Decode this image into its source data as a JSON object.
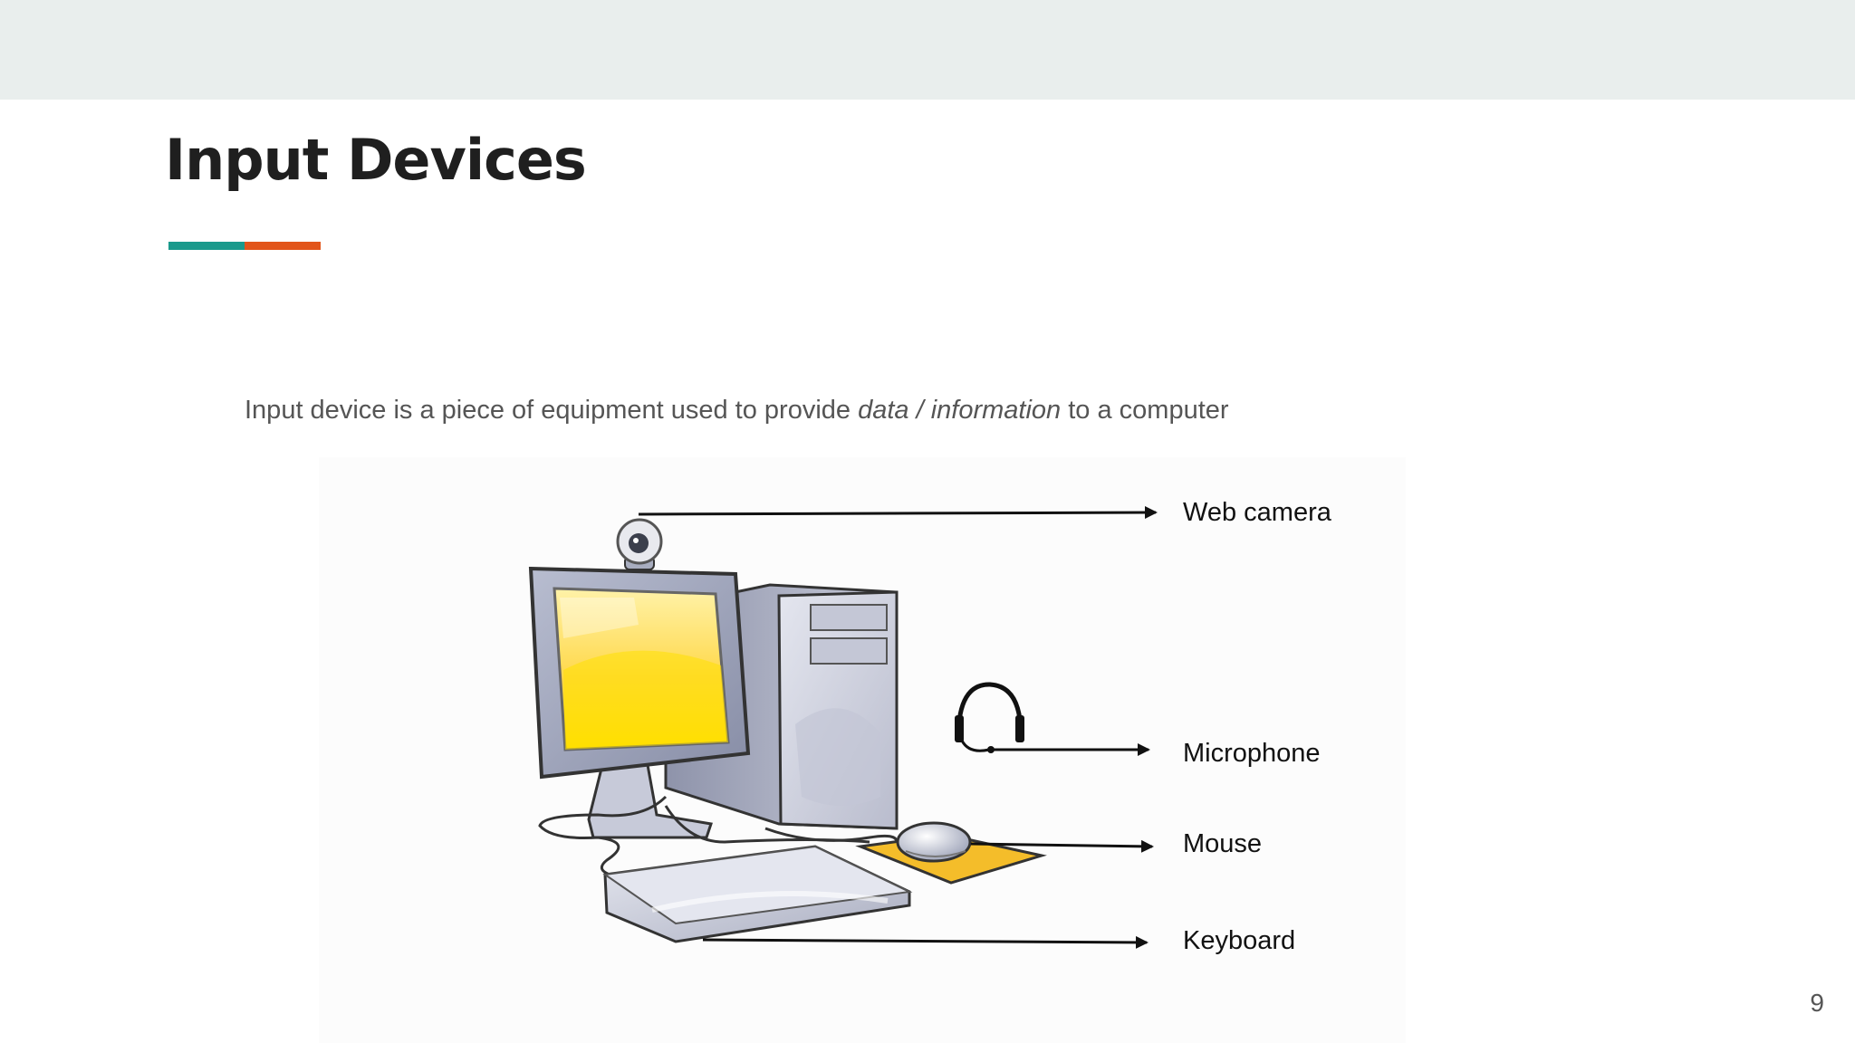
{
  "slide": {
    "title": "Input Devices",
    "description_start": "Input device is a piece of equipment used to provide ",
    "description_emphasis": "data / information",
    "description_end": " to a computer",
    "page_number": "9"
  },
  "colors": {
    "accent_teal": "#1a9a8c",
    "accent_orange": "#e2551a",
    "header_band": "#e9eeed",
    "screen_yellow": "#ffd200"
  },
  "diagram": {
    "labels": {
      "web_camera": "Web camera",
      "microphone": "Microphone",
      "mouse": "Mouse",
      "keyboard": "Keyboard"
    }
  }
}
